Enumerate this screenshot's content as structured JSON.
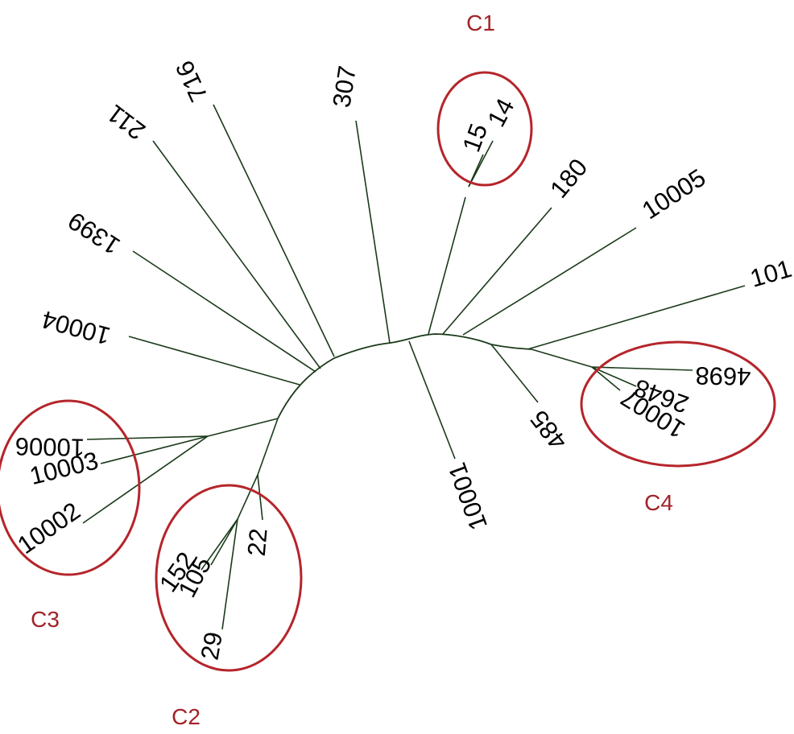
{
  "colors": {
    "branch": "#1a3a1a",
    "cluster": "#b5252b",
    "cluster_label": "#a02328",
    "text": "#000000",
    "background": "#ffffff"
  },
  "leaves": [
    {
      "id": "211",
      "label": "211"
    },
    {
      "id": "716",
      "label": "716"
    },
    {
      "id": "307",
      "label": "307"
    },
    {
      "id": "15",
      "label": "15"
    },
    {
      "id": "14",
      "label": "14"
    },
    {
      "id": "180",
      "label": "180"
    },
    {
      "id": "10005",
      "label": "10005"
    },
    {
      "id": "101",
      "label": "101"
    },
    {
      "id": "1399",
      "label": "1399"
    },
    {
      "id": "10004",
      "label": "10004"
    },
    {
      "id": "4698",
      "label": "4698"
    },
    {
      "id": "2648",
      "label": "2648"
    },
    {
      "id": "10007",
      "label": "10007"
    },
    {
      "id": "485",
      "label": "485"
    },
    {
      "id": "10001",
      "label": "10001"
    },
    {
      "id": "10006",
      "label": "10006"
    },
    {
      "id": "10003",
      "label": "10003"
    },
    {
      "id": "10002",
      "label": "10002"
    },
    {
      "id": "22",
      "label": "22"
    },
    {
      "id": "152",
      "label": "152"
    },
    {
      "id": "105",
      "label": "105"
    },
    {
      "id": "29",
      "label": "29"
    }
  ],
  "clusters": [
    {
      "id": "C1",
      "label": "C1",
      "members": [
        "15",
        "14"
      ]
    },
    {
      "id": "C2",
      "label": "C2",
      "members": [
        "22",
        "152",
        "105",
        "29"
      ]
    },
    {
      "id": "C3",
      "label": "C3",
      "members": [
        "10006",
        "10003",
        "10002"
      ]
    },
    {
      "id": "C4",
      "label": "C4",
      "members": [
        "4698",
        "2648",
        "10007"
      ]
    }
  ]
}
